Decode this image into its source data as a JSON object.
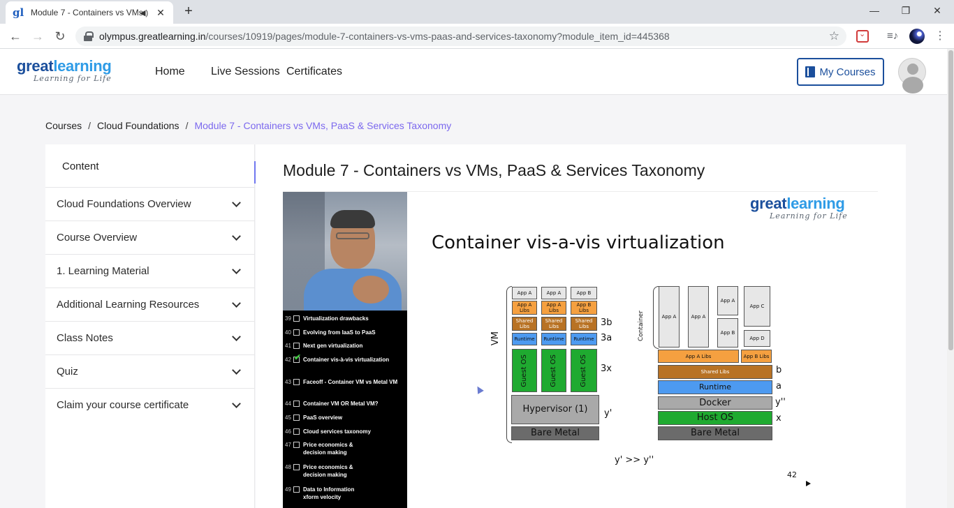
{
  "browser": {
    "tab_title": "Module 7 - Containers vs VMs",
    "tab_favicon": "gl",
    "url_host": "olympus.greatlearning.in",
    "url_path": "/courses/10919/pages/module-7-containers-vs-vms-paas-and-services-taxonomy?module_item_id=445368"
  },
  "header": {
    "logo_main_a": "great",
    "logo_main_b": "learning",
    "logo_tagline": "Learning for Life",
    "nav": [
      "Home",
      "Live Sessions",
      "Certificates"
    ],
    "my_courses": "My Courses"
  },
  "breadcrumb": {
    "items": [
      "Courses",
      "Cloud Foundations"
    ],
    "current": "Module 7 - Containers vs VMs, PaaS & Services Taxonomy",
    "separator": "/"
  },
  "sidebar": {
    "title": "Content",
    "collapse_glyph": "«",
    "items": [
      {
        "label": "Cloud Foundations Overview"
      },
      {
        "label": "Course Overview"
      },
      {
        "label": "1. Learning Material"
      },
      {
        "label": "Additional Learning Resources"
      },
      {
        "label": "Class Notes"
      },
      {
        "label": "Quiz"
      },
      {
        "label": "Claim your course certificate"
      }
    ]
  },
  "main": {
    "title": "Module 7 - Containers vs VMs, PaaS & Services Taxonomy"
  },
  "video": {
    "toc": [
      {
        "num": "39",
        "text": "Virtualization drawbacks",
        "checked": false
      },
      {
        "num": "40",
        "text": "Evolving from IaaS to PaaS",
        "checked": false
      },
      {
        "num": "41",
        "text": "Next gen virtualization",
        "checked": false
      },
      {
        "num": "42",
        "text": "Container vis-à-vis virtualization",
        "checked": true
      },
      {
        "num": "43",
        "text": "Faceoff - Container VM vs Metal VM",
        "checked": false
      },
      {
        "num": "44",
        "text": "Container VM OR Metal VM?",
        "checked": false
      },
      {
        "num": "45",
        "text": "PaaS overview",
        "checked": false
      },
      {
        "num": "46",
        "text": "Cloud services taxonomy",
        "checked": false
      },
      {
        "num": "47",
        "text": "Price economics & decision making",
        "checked": false
      },
      {
        "num": "48",
        "text": "Price economics & decision making",
        "checked": false
      },
      {
        "num": "49",
        "text": "Data to Information xform velocity",
        "checked": false
      }
    ],
    "slide": {
      "logo_main_a": "great",
      "logo_main_b": "learning",
      "logo_tagline": "Learning for Life",
      "title": "Container vis-a-vis virtualization",
      "vm": {
        "label": "VM",
        "apps": [
          "App A",
          "App A",
          "App B"
        ],
        "app_libs": [
          "App A Libs",
          "App A Libs",
          "App B Libs"
        ],
        "shared_libs": "Shared Libs",
        "runtime": "Runtime",
        "guest_os": "Guest OS",
        "hypervisor": "Hypervisor (1)",
        "bare_metal": "Bare Metal",
        "labels": [
          "3b",
          "3a",
          "3x",
          "y'"
        ]
      },
      "container": {
        "label": "Container",
        "apps": [
          "App A",
          "App A",
          "App A",
          "App B",
          "App C",
          "App D"
        ],
        "app_a_libs": "App A Libs",
        "app_b_libs": "App B Libs",
        "shared_libs": "Shared Libs",
        "runtime": "Runtime",
        "docker": "Docker",
        "host_os": "Host OS",
        "bare_metal": "Bare Metal",
        "labels": [
          "b",
          "a",
          "y''",
          "x"
        ]
      },
      "comparison": "y' >> y''",
      "slide_number": "42"
    }
  }
}
